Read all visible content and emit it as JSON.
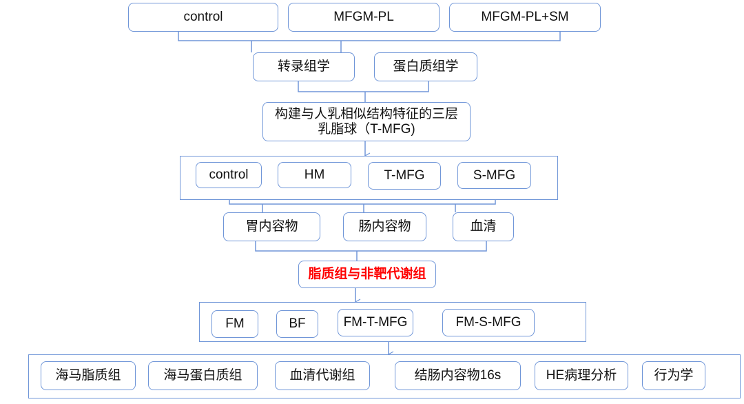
{
  "row1": [
    "control",
    "MFGM-PL",
    "MFGM-PL+SM"
  ],
  "row2": [
    "转录组学",
    "蛋白质组学"
  ],
  "row3": "构建与人乳相似结构特征的三层乳脂球（T-MFG)",
  "row4": [
    "control",
    "HM",
    "T-MFG",
    "S-MFG"
  ],
  "row5": [
    "胃内容物",
    "肠内容物",
    "血清"
  ],
  "row6": "脂质组与非靶代谢组",
  "row7": [
    "FM",
    "BF",
    "FM-T-MFG",
    "FM-S-MFG"
  ],
  "row8": [
    "海马脂质组",
    "海马蛋白质组",
    "血清代谢组",
    "结肠内容物16s",
    "HE病理分析",
    "行为学"
  ],
  "colors": {
    "border": "#7096d8",
    "highlight": "#ff0000"
  }
}
